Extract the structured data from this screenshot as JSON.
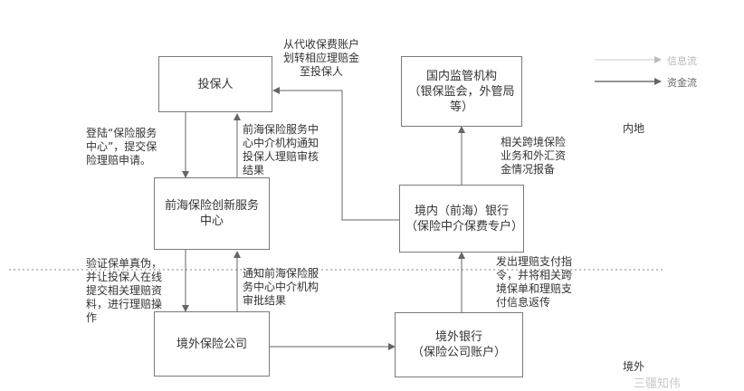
{
  "nodes": {
    "policyholder": "投保人",
    "domestic_regulator": "国内监管机构\n（银保监会，外管局等）",
    "qianhai_center": "前海保险创新服务中心",
    "domestic_bank": "境内（前海）银行\n（保险中介保费专户）",
    "overseas_insurer": "境外保险公司",
    "overseas_bank": "境外银行\n（保险公司账户）"
  },
  "labels": {
    "transfer_to_policyholder": "从代收保费账户\n划转相应理赔金\n至投保人",
    "login_submit": "登陆“保险服务\n中心”，提交保\n险理赔申请。",
    "notify_review": "前海保险服务中\n心中介机构通知\n投保人理赔审核\n结果",
    "cross_border_report": "相关跨境保险\n业务和外汇资\n金情况报备",
    "verify_policy": "验证保单真伪，\n并让投保人在线\n提交相关理赔资\n料，进行理赔操\n作",
    "notify_approval": "通知前海保险服\n务中心中介机构\n审批结果",
    "payment_instruction": "发出理赔支付指\n令，并将相关跨\n境保单和理赔支\n付信息返传"
  },
  "legend": {
    "info_flow": "信息流",
    "fund_flow": "资金流"
  },
  "regions": {
    "mainland": "内地",
    "overseas": "境外"
  },
  "watermark": "三疆知伟"
}
